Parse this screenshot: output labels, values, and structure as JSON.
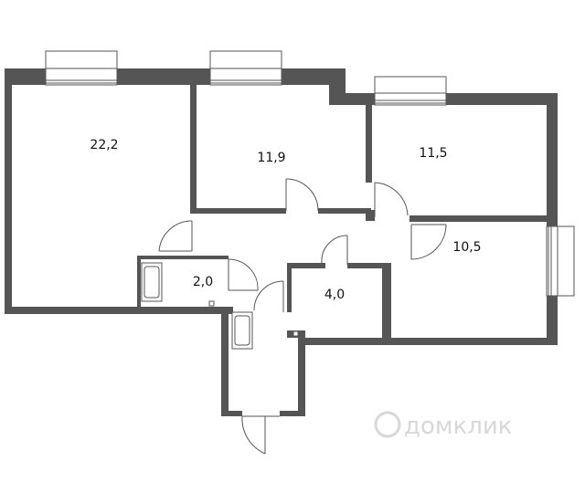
{
  "colors": {
    "wall": "#555555",
    "line": "#555555",
    "background": "#ffffff",
    "watermark": "#d8d8d8"
  },
  "rooms": [
    {
      "id": "living-room",
      "area": "22,2"
    },
    {
      "id": "bedroom-1",
      "area": "11,9"
    },
    {
      "id": "bedroom-2",
      "area": "11,5"
    },
    {
      "id": "kitchen",
      "area": "10,5"
    },
    {
      "id": "bathroom",
      "area": "2,0"
    },
    {
      "id": "toilet-storage",
      "area": "4,0"
    }
  ],
  "watermark": {
    "text": "домклик"
  }
}
